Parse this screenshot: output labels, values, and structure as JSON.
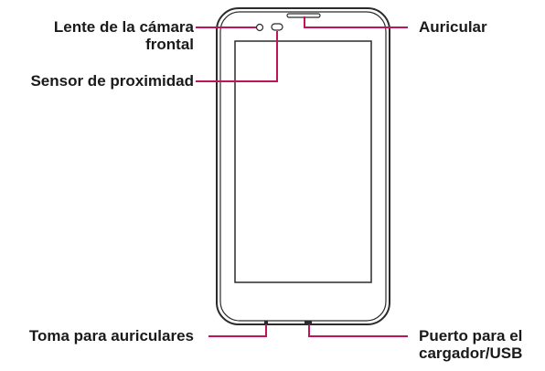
{
  "accent_color": "#c0145a",
  "outline_color": "#2b2b2b",
  "labels": {
    "front_camera_line1": "Lente de la cámara",
    "front_camera_line2": "frontal",
    "proximity_sensor": "Sensor de proximidad",
    "earpiece": "Auricular",
    "headset_jack": "Toma para auriculares",
    "charger_port_line1": "Puerto para el",
    "charger_port_line2": "cargador/USB"
  }
}
